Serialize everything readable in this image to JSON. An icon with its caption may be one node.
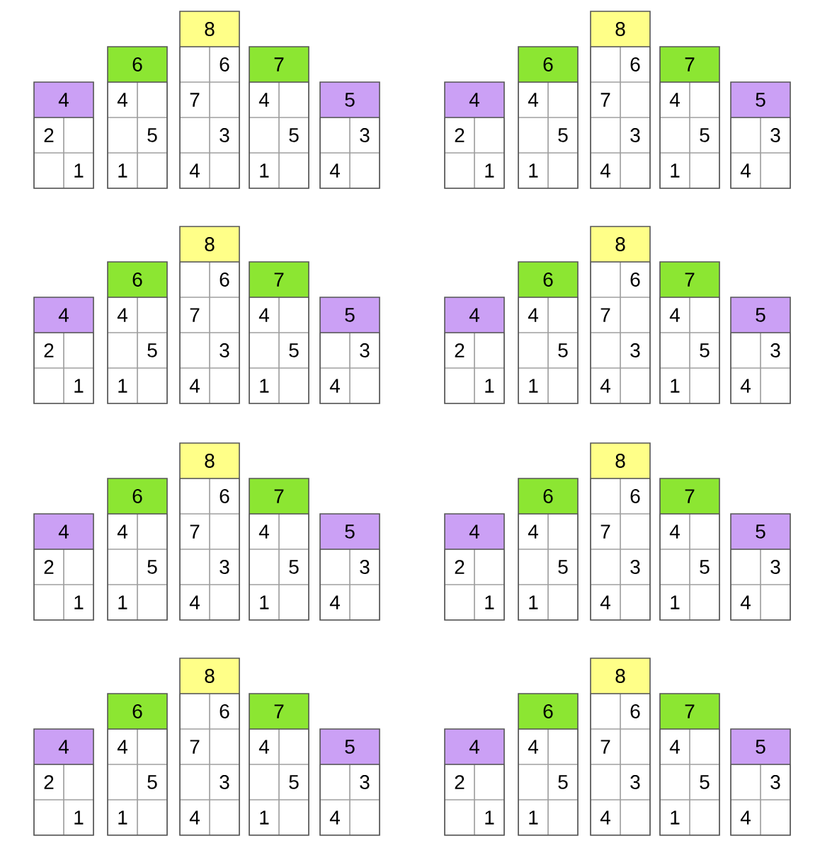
{
  "diagram": {
    "nodes": [
      {
        "text": [
          "4"
        ]
      },
      {
        "text": [
          "2"
        ],
        "in": 0
      },
      {
        "text": [],
        "shape": "box",
        "in": 0
      },
      {
        "text": [],
        "shape": "box",
        "in": 0
      },
      {
        "text": [
          "1"
        ],
        "in": 0
      },
      {
        "text": [
          "6"
        ]
      },
      {
        "text": [
          "4"
        ],
        "in": 5
      },
      {
        "text": [],
        "shape": "box",
        "in": 5
      },
      {
        "text": [],
        "shape": "box",
        "in": 5
      },
      {
        "text": [
          "5"
        ],
        "in": 5
      },
      {
        "text": [
          "1"
        ],
        "in": 5
      },
      {
        "text": [],
        "shape": "box",
        "in": 5
      },
      {
        "text": [
          "8"
        ]
      },
      {
        "text": [],
        "shape": "box",
        "in": 12
      },
      {
        "text": [
          "6"
        ],
        "in": 12
      },
      {
        "text": [
          "7"
        ],
        "in": 12
      },
      {
        "text": [],
        "shape": "box",
        "in": 12
      },
      {
        "text": [],
        "shape": "box",
        "in": 12
      },
      {
        "text": [
          "3"
        ],
        "in": 12
      },
      {
        "text": [
          "4"
        ],
        "in": 12
      },
      {
        "text": [],
        "shape": "box",
        "in": 12
      },
      {
        "text": [
          "7"
        ]
      },
      {
        "text": [
          "4"
        ],
        "in": 21
      },
      {
        "text": [],
        "shape": "box",
        "in": 21
      },
      {
        "text": [],
        "shape": "box",
        "in": 21
      },
      {
        "text": [
          "5"
        ],
        "in": 21
      },
      {
        "text": [
          "1"
        ],
        "in": 21
      },
      {
        "text": [],
        "shape": "box",
        "in": 21
      },
      {
        "text": [
          "5"
        ]
      },
      {
        "text": [],
        "shape": "box",
        "in": 28
      },
      {
        "text": [
          "3"
        ],
        "in": 28
      },
      {
        "text": [
          "4"
        ],
        "in": 28
      },
      {
        "text": [],
        "shape": "box",
        "in": 28
      },
      {
        "text": [
          "4"
        ]
      },
      {
        "text": [
          "2"
        ],
        "in": 33
      },
      {
        "text": [],
        "shape": "box",
        "in": 33
      },
      {
        "text": [],
        "shape": "box",
        "in": 33
      },
      {
        "text": [
          "1"
        ],
        "in": 33
      },
      {
        "text": [
          "6"
        ]
      },
      {
        "text": [
          "4"
        ],
        "in": 38
      },
      {
        "text": [],
        "shape": "box",
        "in": 38
      },
      {
        "text": [],
        "shape": "box",
        "in": 38
      },
      {
        "text": [
          "5"
        ],
        "in": 38
      },
      {
        "text": [
          "1"
        ],
        "in": 38
      },
      {
        "text": [],
        "shape": "box",
        "in": 38
      },
      {
        "text": [
          "8"
        ]
      },
      {
        "text": [],
        "shape": "box",
        "in": 45
      },
      {
        "text": [
          "6"
        ],
        "in": 45
      },
      {
        "text": [
          "7"
        ],
        "in": 45
      },
      {
        "text": [],
        "shape": "box",
        "in": 45
      },
      {
        "text": [],
        "shape": "box",
        "in": 45
      },
      {
        "text": [
          "3"
        ],
        "in": 45
      },
      {
        "text": [
          "4"
        ],
        "in": 45
      },
      {
        "text": [],
        "shape": "box",
        "in": 45
      },
      {
        "text": [
          "7"
        ]
      },
      {
        "text": [
          "4"
        ],
        "in": 54
      },
      {
        "text": [],
        "shape": "box",
        "in": 54
      },
      {
        "text": [],
        "shape": "box",
        "in": 54
      },
      {
        "text": [
          "5"
        ],
        "in": 54
      },
      {
        "text": [
          "1"
        ],
        "in": 54
      },
      {
        "text": [],
        "shape": "box",
        "in": 54
      },
      {
        "text": [
          "5"
        ]
      },
      {
        "text": [],
        "shape": "box",
        "in": 61
      },
      {
        "text": [
          "3"
        ],
        "in": 61
      },
      {
        "text": [
          "4"
        ],
        "in": 61
      },
      {
        "text": [],
        "shape": "box",
        "in": 61
      },
      {
        "text": [
          "4"
        ]
      },
      {
        "text": [
          "2"
        ],
        "in": 66
      },
      {
        "text": [],
        "shape": "box",
        "in": 66
      },
      {
        "text": [],
        "shape": "box",
        "in": 66
      },
      {
        "text": [
          "1"
        ],
        "in": 66
      },
      {
        "text": [
          "6"
        ]
      },
      {
        "text": [
          "4"
        ],
        "in": 71
      },
      {
        "text": [],
        "shape": "box",
        "in": 71
      },
      {
        "text": [],
        "shape": "box",
        "in": 71
      },
      {
        "text": [
          "5"
        ],
        "in": 71
      },
      {
        "text": [
          "1"
        ],
        "in": 71
      },
      {
        "text": [],
        "shape": "box",
        "in": 71
      },
      {
        "text": [
          "8"
        ]
      },
      {
        "text": [],
        "shape": "box",
        "in": 78
      },
      {
        "text": [
          "6"
        ],
        "in": 78
      },
      {
        "text": [
          "7"
        ],
        "in": 78
      },
      {
        "text": [],
        "shape": "box",
        "in": 78
      },
      {
        "text": [],
        "shape": "box",
        "in": 78
      },
      {
        "text": [
          "3"
        ],
        "in": 78
      },
      {
        "text": [
          "4"
        ],
        "in": 78
      },
      {
        "text": [],
        "shape": "box",
        "in": 78
      },
      {
        "text": [
          "7"
        ]
      },
      {
        "text": [
          "4"
        ],
        "in": 87
      },
      {
        "text": [],
        "shape": "box",
        "in": 87
      },
      {
        "text": [],
        "shape": "box",
        "in": 87
      },
      {
        "text": [
          "5"
        ],
        "in": 87
      },
      {
        "text": [
          "1"
        ],
        "in": 87
      },
      {
        "text": [],
        "shape": "box",
        "in": 87
      },
      {
        "text": [
          "5"
        ]
      },
      {
        "text": [],
        "shape": "box",
        "in": 94
      },
      {
        "text": [
          "3"
        ],
        "in": 94
      },
      {
        "text": [
          "4"
        ],
        "in": 94
      },
      {
        "text": [],
        "shape": "box",
        "in": 94
      },
      {
        "text": [
          "4"
        ]
      },
      {
        "text": [
          "2"
        ],
        "in": 99
      },
      {
        "text": [],
        "shape": "box",
        "in": 99
      },
      {
        "text": [],
        "shape": "box",
        "in": 99
      },
      {
        "text": [
          "1"
        ],
        "in": 99
      },
      {
        "text": [
          "6"
        ]
      },
      {
        "text": [
          "4"
        ],
        "in": 104
      },
      {
        "text": [],
        "shape": "box",
        "in": 104
      },
      {
        "text": [],
        "shape": "box",
        "in": 104
      },
      {
        "text": [
          "5"
        ],
        "in": 104
      },
      {
        "text": [
          "1"
        ],
        "in": 104
      },
      {
        "text": [],
        "shape": "box",
        "in": 104
      },
      {
        "text": [
          "8"
        ]
      },
      {
        "text": [],
        "shape": "box",
        "in": 111
      },
      {
        "text": [
          "6"
        ],
        "in": 111
      },
      {
        "text": [
          "7"
        ],
        "in": 111
      },
      {
        "text": [],
        "shape": "box",
        "in": 111
      },
      {
        "text": [],
        "shape": "box",
        "in": 111
      },
      {
        "text": [
          "3"
        ],
        "in": 111
      },
      {
        "text": [
          "4"
        ],
        "in": 111
      },
      {
        "text": [],
        "shape": "box",
        "in": 111
      },
      {
        "text": [
          "7"
        ]
      },
      {
        "text": [
          "4"
        ],
        "in": 120
      },
      {
        "text": [],
        "shape": "box",
        "in": 120
      },
      {
        "text": [],
        "shape": "box",
        "in": 120
      },
      {
        "text": [
          "5"
        ],
        "in": 120
      },
      {
        "text": [
          "1"
        ],
        "in": 120
      },
      {
        "text": [],
        "shape": "box",
        "in": 120
      },
      {
        "text": [
          "5"
        ]
      },
      {
        "text": [],
        "shape": "box",
        "in": 127
      },
      {
        "text": [
          "3"
        ],
        "in": 127
      },
      {
        "text": [
          "4"
        ],
        "in": 127
      },
      {
        "text": [],
        "shape": "box",
        "in": 127
      },
      {
        "text": [
          "4"
        ]
      },
      {
        "text": [
          "2"
        ],
        "in": 132
      },
      {
        "text": [],
        "shape": "box",
        "in": 132
      },
      {
        "text": [],
        "shape": "box",
        "in": 132
      },
      {
        "text": [
          "1"
        ],
        "in": 132
      },
      {
        "text": [
          "6"
        ]
      },
      {
        "text": [
          "4"
        ],
        "in": 137
      },
      {
        "text": [],
        "shape": "box",
        "in": 137
      },
      {
        "text": [],
        "shape": "box",
        "in": 137
      },
      {
        "text": [
          "5"
        ],
        "in": 137
      },
      {
        "text": [
          "1"
        ],
        "in": 137
      },
      {
        "text": [],
        "shape": "box",
        "in": 137
      },
      {
        "text": [
          "8"
        ]
      },
      {
        "text": [],
        "shape": "box",
        "in": 144
      },
      {
        "text": [
          "6"
        ],
        "in": 144
      },
      {
        "text": [
          "7"
        ],
        "in": 144
      },
      {
        "text": [],
        "shape": "box",
        "in": 144
      },
      {
        "text": [],
        "shape": "box",
        "in": 144
      },
      {
        "text": [
          "3"
        ],
        "in": 144
      },
      {
        "text": [
          "4"
        ],
        "in": 144
      },
      {
        "text": [],
        "shape": "box",
        "in": 144
      },
      {
        "text": [
          "7"
        ]
      },
      {
        "text": [
          "4"
        ],
        "in": 153
      },
      {
        "text": [],
        "shape": "box",
        "in": 153
      },
      {
        "text": [],
        "shape": "box",
        "in": 153
      },
      {
        "text": [
          "5"
        ],
        "in": 153
      },
      {
        "text": [
          "1"
        ],
        "in": 153
      },
      {
        "text": [],
        "shape": "box",
        "in": 153
      },
      {
        "text": [
          "5"
        ]
      },
      {
        "text": [],
        "shape": "box",
        "in": 160
      },
      {
        "text": [
          "3"
        ],
        "in": 160
      },
      {
        "text": [
          "4"
        ],
        "in": 160
      },
      {
        "text": [],
        "shape": "box",
        "in": 160
      },
      {
        "text": [
          "4"
        ]
      },
      {
        "text": [
          "2"
        ],
        "in": 165
      },
      {
        "text": [],
        "shape": "box",
        "in": 165
      },
      {
        "text": [],
        "shape": "box",
        "in": 165
      },
      {
        "text": [
          "1"
        ],
        "in": 165
      },
      {
        "text": [
          "6"
        ]
      },
      {
        "text": [
          "4"
        ],
        "in": 170
      },
      {
        "text": [],
        "shape": "box",
        "in": 170
      },
      {
        "text": [],
        "shape": "box",
        "in": 170
      },
      {
        "text": [
          "5"
        ],
        "in": 170
      },
      {
        "text": [
          "1"
        ],
        "in": 170
      },
      {
        "text": [],
        "shape": "box",
        "in": 170
      },
      {
        "text": [
          "8"
        ]
      },
      {
        "text": [],
        "shape": "box",
        "in": 177
      },
      {
        "text": [
          "6"
        ],
        "in": 177
      },
      {
        "text": [
          "7"
        ],
        "in": 177
      },
      {
        "text": [],
        "shape": "box",
        "in": 177
      },
      {
        "text": [],
        "shape": "box",
        "in": 177
      },
      {
        "text": [
          "3"
        ],
        "in": 177
      },
      {
        "text": [
          "4"
        ],
        "in": 177
      },
      {
        "text": [],
        "shape": "box",
        "in": 177
      },
      {
        "text": [
          "7"
        ]
      },
      {
        "text": [
          "4"
        ],
        "in": 186
      },
      {
        "text": [],
        "shape": "box",
        "in": 186
      },
      {
        "text": [],
        "shape": "box",
        "in": 186
      },
      {
        "text": [
          "5"
        ],
        "in": 186
      },
      {
        "text": [
          "1"
        ],
        "in": 186
      },
      {
        "text": [],
        "shape": "box",
        "in": 186
      },
      {
        "text": [
          "5"
        ]
      },
      {
        "text": [],
        "shape": "box",
        "in": 193
      },
      {
        "text": [
          "3"
        ],
        "in": 193
      },
      {
        "text": [
          "4"
        ],
        "in": 193
      },
      {
        "text": [],
        "shape": "box",
        "in": 193
      },
      {
        "text": [
          "4"
        ]
      },
      {
        "text": [
          "2"
        ],
        "in": 198
      },
      {
        "text": [],
        "shape": "box",
        "in": 198
      },
      {
        "text": [],
        "shape": "box",
        "in": 198
      },
      {
        "text": [
          "1"
        ],
        "in": 198
      },
      {
        "text": [
          "6"
        ]
      },
      {
        "text": [
          "4"
        ],
        "in": 203
      },
      {
        "text": [],
        "shape": "box",
        "in": 203
      },
      {
        "text": [],
        "shape": "box",
        "in": 203
      },
      {
        "text": [
          "5"
        ],
        "in": 203
      },
      {
        "text": [
          "1"
        ],
        "in": 203
      },
      {
        "text": [],
        "shape": "box",
        "in": 203
      },
      {
        "text": [
          "8"
        ]
      },
      {
        "text": [],
        "shape": "box",
        "in": 210
      },
      {
        "text": [
          "6"
        ],
        "in": 210
      },
      {
        "text": [
          "7"
        ],
        "in": 210
      },
      {
        "text": [],
        "shape": "box",
        "in": 210
      },
      {
        "text": [],
        "shape": "box",
        "in": 210
      },
      {
        "text": [
          "3"
        ],
        "in": 210
      },
      {
        "text": [
          "4"
        ],
        "in": 210
      },
      {
        "text": [],
        "shape": "box",
        "in": 210
      },
      {
        "text": [
          "7"
        ]
      },
      {
        "text": [
          "4"
        ],
        "in": 219
      },
      {
        "text": [],
        "shape": "box",
        "in": 219
      },
      {
        "text": [],
        "shape": "box",
        "in": 219
      },
      {
        "text": [
          "5"
        ],
        "in": 219
      },
      {
        "text": [
          "1"
        ],
        "in": 219
      },
      {
        "text": [],
        "shape": "box",
        "in": 219
      },
      {
        "text": [
          "5"
        ]
      },
      {
        "text": [],
        "shape": "box",
        "in": 226
      },
      {
        "text": [
          "3"
        ],
        "in": 226
      },
      {
        "text": [
          "4"
        ],
        "in": 226
      },
      {
        "text": [],
        "shape": "box",
        "in": 226
      },
      {
        "text": [
          "4"
        ]
      },
      {
        "text": [
          "2"
        ],
        "in": 231
      },
      {
        "text": [],
        "shape": "box",
        "in": 231
      },
      {
        "text": [],
        "shape": "box",
        "in": 231
      },
      {
        "text": [
          "1"
        ],
        "in": 231
      },
      {
        "text": [
          "6"
        ]
      },
      {
        "text": [
          "4"
        ],
        "in": 236
      },
      {
        "text": [],
        "shape": "box",
        "in": 236
      },
      {
        "text": [],
        "shape": "box",
        "in": 236
      },
      {
        "text": [
          "5"
        ],
        "in": 236
      },
      {
        "text": [
          "1"
        ],
        "in": 236
      },
      {
        "text": [],
        "shape": "box",
        "in": 236
      },
      {
        "text": [
          "8"
        ]
      },
      {
        "text": [],
        "shape": "box",
        "in": 243
      },
      {
        "text": [
          "6"
        ],
        "in": 243
      },
      {
        "text": [
          "7"
        ],
        "in": 243
      },
      {
        "text": [],
        "shape": "box",
        "in": 243
      },
      {
        "text": [],
        "shape": "box",
        "in": 243
      },
      {
        "text": [
          "3"
        ],
        "in": 243
      },
      {
        "text": [
          "4"
        ],
        "in": 243
      },
      {
        "text": [],
        "shape": "box",
        "in": 243
      },
      {
        "text": [
          "7"
        ]
      },
      {
        "text": [
          "4"
        ],
        "in": 252
      },
      {
        "text": [],
        "shape": "box",
        "in": 252
      },
      {
        "text": [],
        "shape": "box",
        "in": 252
      },
      {
        "text": [
          "5"
        ],
        "in": 252
      },
      {
        "text": [
          "1"
        ],
        "in": 252
      },
      {
        "text": [],
        "shape": "box",
        "in": 252
      },
      {
        "text": [
          "5"
        ]
      },
      {
        "text": [],
        "shape": "box",
        "in": 259
      },
      {
        "text": [
          "3"
        ],
        "in": 259
      },
      {
        "text": [
          "4"
        ],
        "in": 259
      },
      {
        "text": [],
        "shape": "box",
        "in": 259
      }
    ]
  }
}
